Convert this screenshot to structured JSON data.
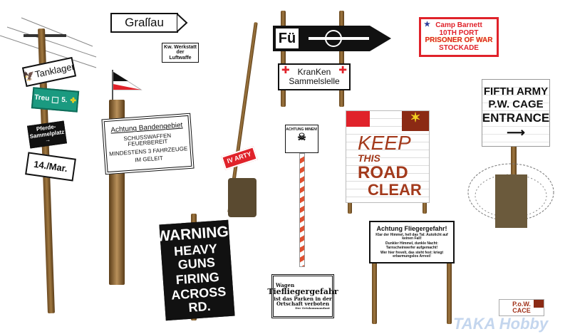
{
  "signs": {
    "grassau": "Graſſau",
    "werkstatt": [
      "Kw. Werkstatt",
      "der",
      "Luftwaffe"
    ],
    "tanklager": "Tanklager",
    "green": [
      "Treu",
      "5."
    ],
    "pferde": [
      "Pferde-",
      "Sammelplatz"
    ],
    "march": "14./Mar.",
    "banden": [
      "Achtung Bandengebiet",
      "SCHUSSWAFFEN FEUERBEREIT",
      "MINDESTENS 3 FAHRZEUGE",
      "IM GELEIT"
    ],
    "arty": "IV ARTY",
    "warning": [
      "WARNING.",
      "HEAVY GUNS",
      "FIRING",
      "ACROSS RD."
    ],
    "fu": "Fü",
    "kranken": [
      "KranKen",
      "Sammelslelle"
    ],
    "minen": "ACHTUNG MINEN!",
    "keep": [
      "KEEP",
      "THIS",
      "ROAD",
      "CLEAR"
    ],
    "camp": [
      "Camp Barnett",
      "10TH PORT",
      "PRISONER OF WAR",
      "STOCKADE"
    ],
    "fifth": [
      "FIFTH ARMY",
      "P.W. CAGE",
      "ENTRANCE"
    ],
    "flieger": [
      "Achtung Fliegergefahr!",
      "Klar der Himmel, hell das Tal: Autolicht auf keinen Fall!",
      "Dunkler Himmel, dunkle Nacht: Tarnscheinwerfer aufgemacht!",
      "Wer hier frevelt, das steht fest: kriegt erbarmungslos Arrest!"
    ],
    "wagen": [
      "Wagen",
      "Tiefliegergefahr",
      "ist das Parken in der",
      "Ortschaft verboten",
      "Der Ortskommandant"
    ],
    "pow": [
      "P.o.W.",
      "CACE"
    ]
  },
  "watermark": "TAKA Hobby",
  "colors": {
    "red": "#e0222a",
    "brown": "#8b2a14",
    "green": "#1a9a80",
    "yellow": "#f0d020"
  }
}
